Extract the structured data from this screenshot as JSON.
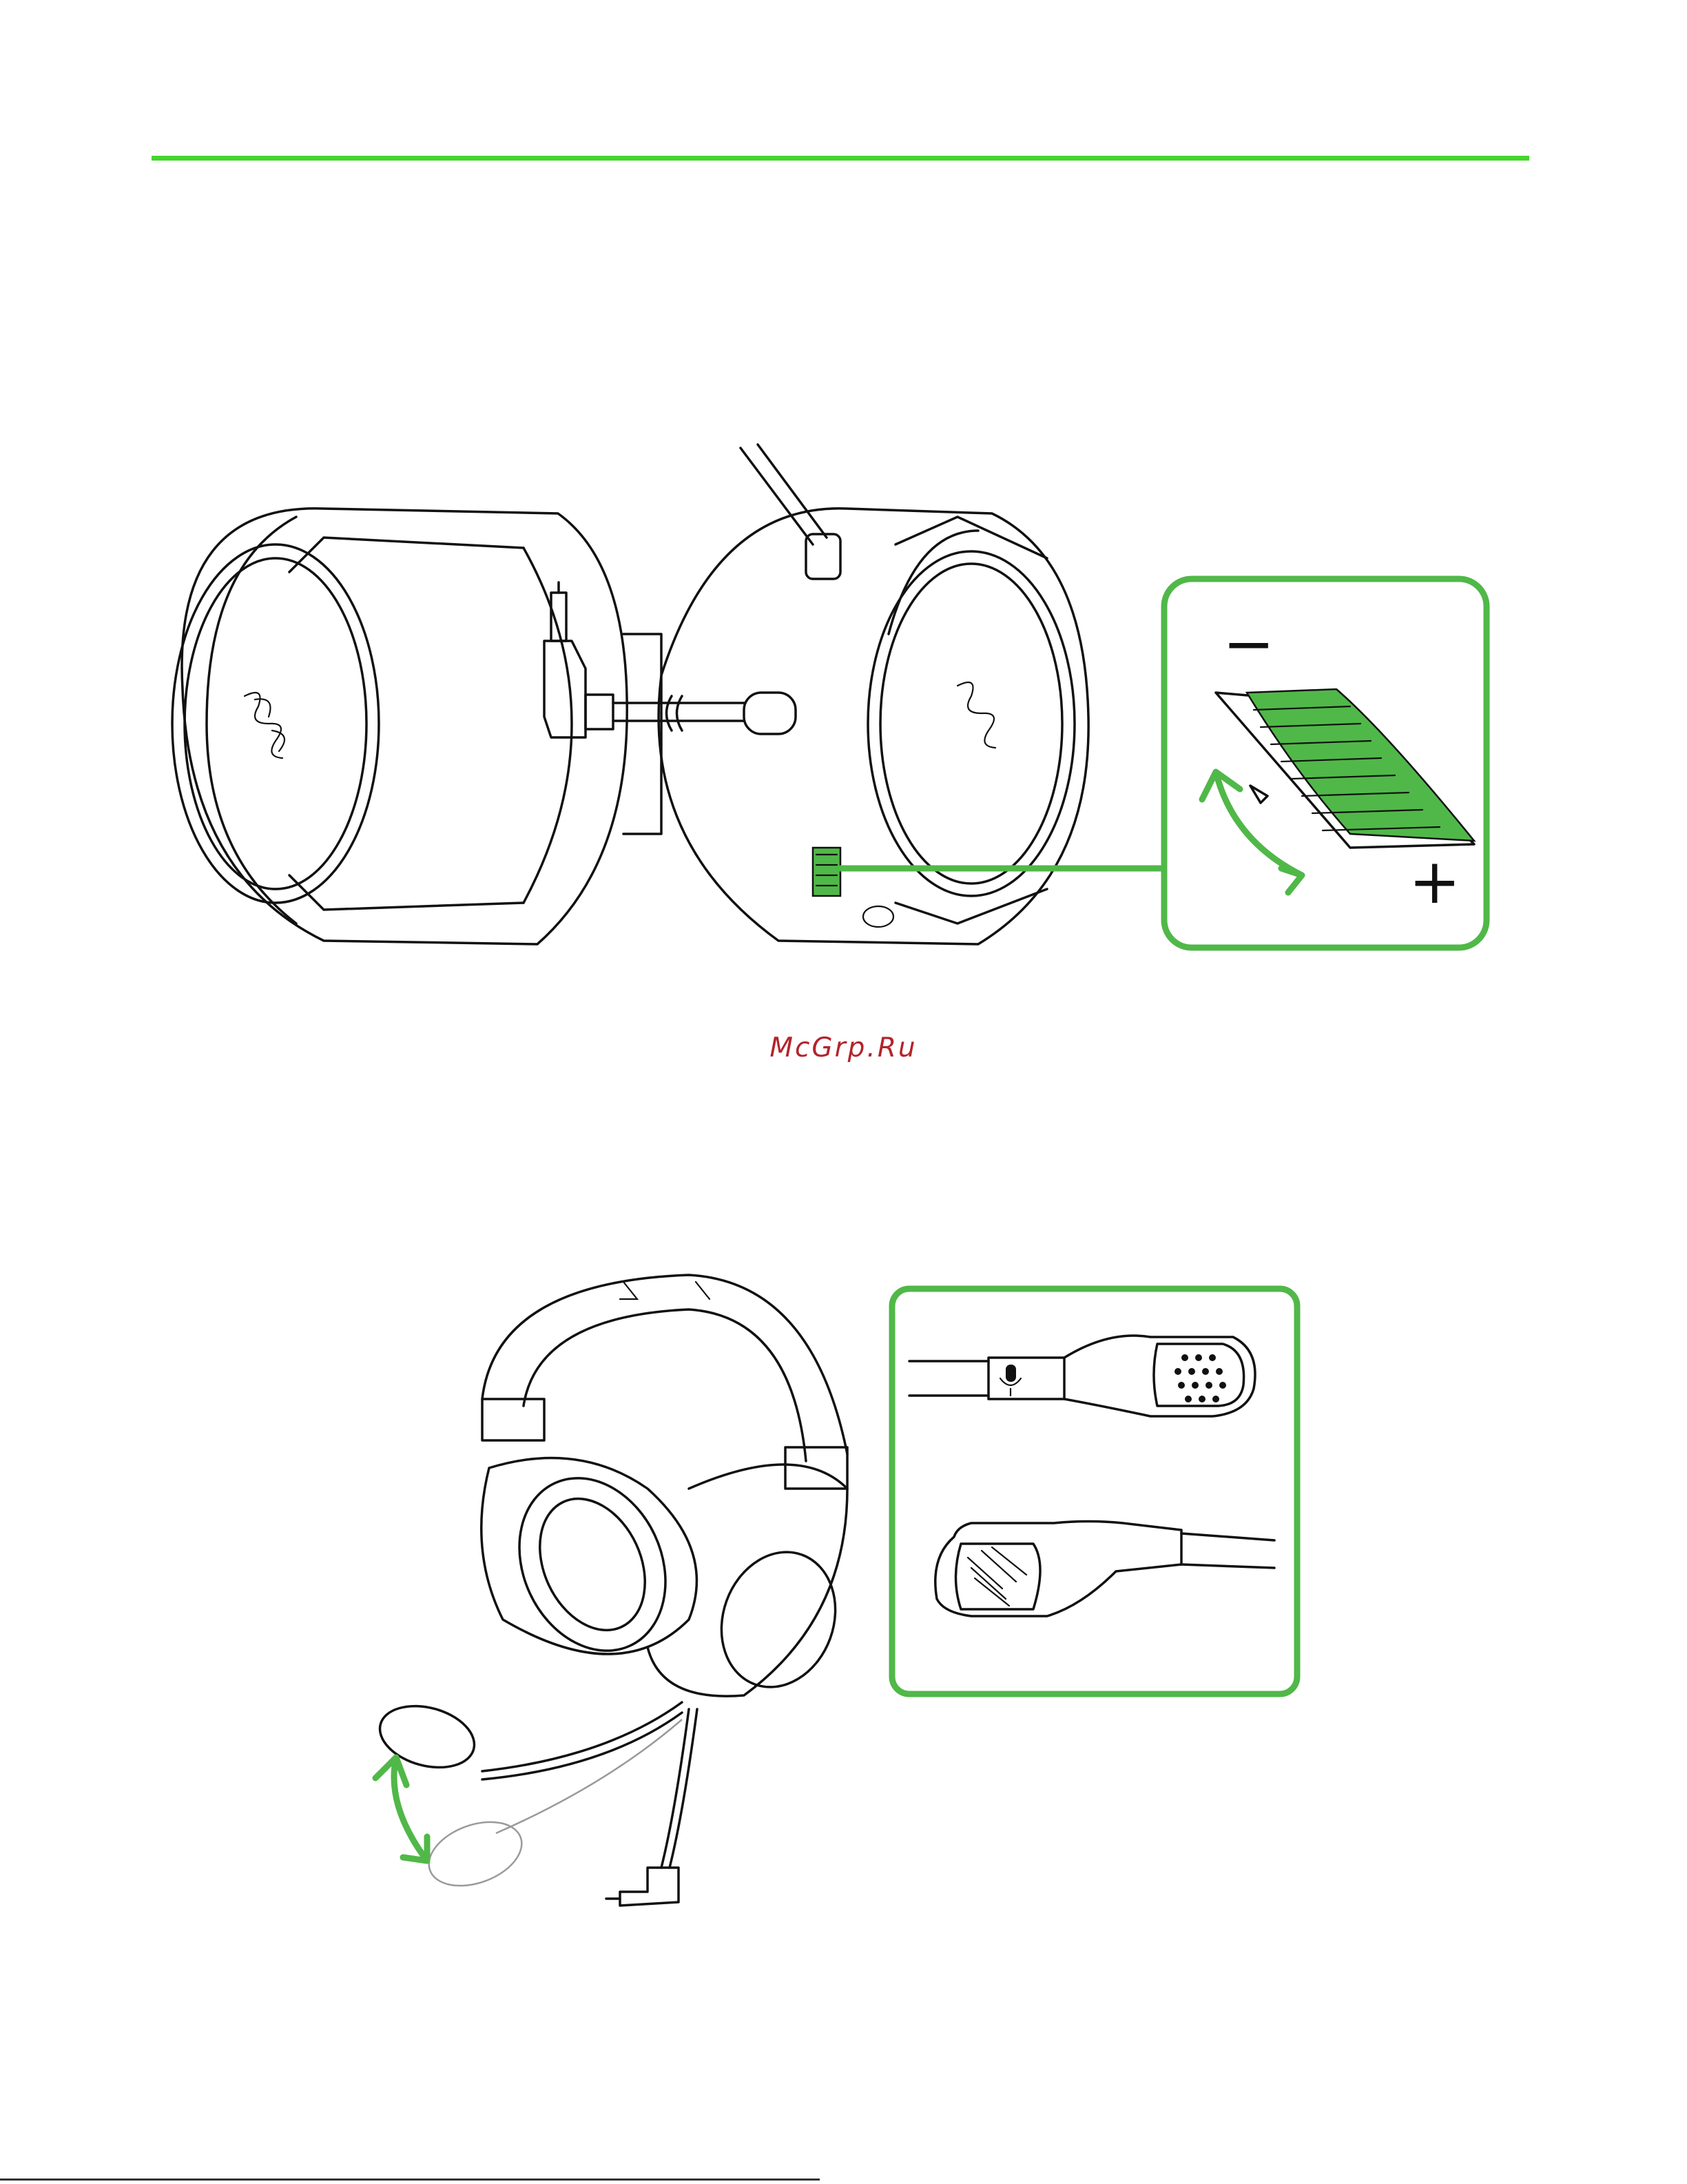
{
  "watermark": {
    "text": "McGrp.Ru",
    "color": "#b4232b"
  },
  "colors": {
    "accent": "#44d62c",
    "callout": "#50b848",
    "line": "#111111"
  },
  "figures": [
    {
      "id": "headset-volume-wheel",
      "icons": [
        "razer-logo-icon",
        "audio-jack-icon",
        "volume-wheel-icon",
        "double-arrow-icon"
      ],
      "callout_minus": "−",
      "callout_plus": "+"
    },
    {
      "id": "headset-mic-boom",
      "icons": [
        "headband-icon",
        "earcup-icon",
        "mic-boom-icon",
        "mic-mute-icon",
        "audio-jack-icon"
      ]
    }
  ]
}
